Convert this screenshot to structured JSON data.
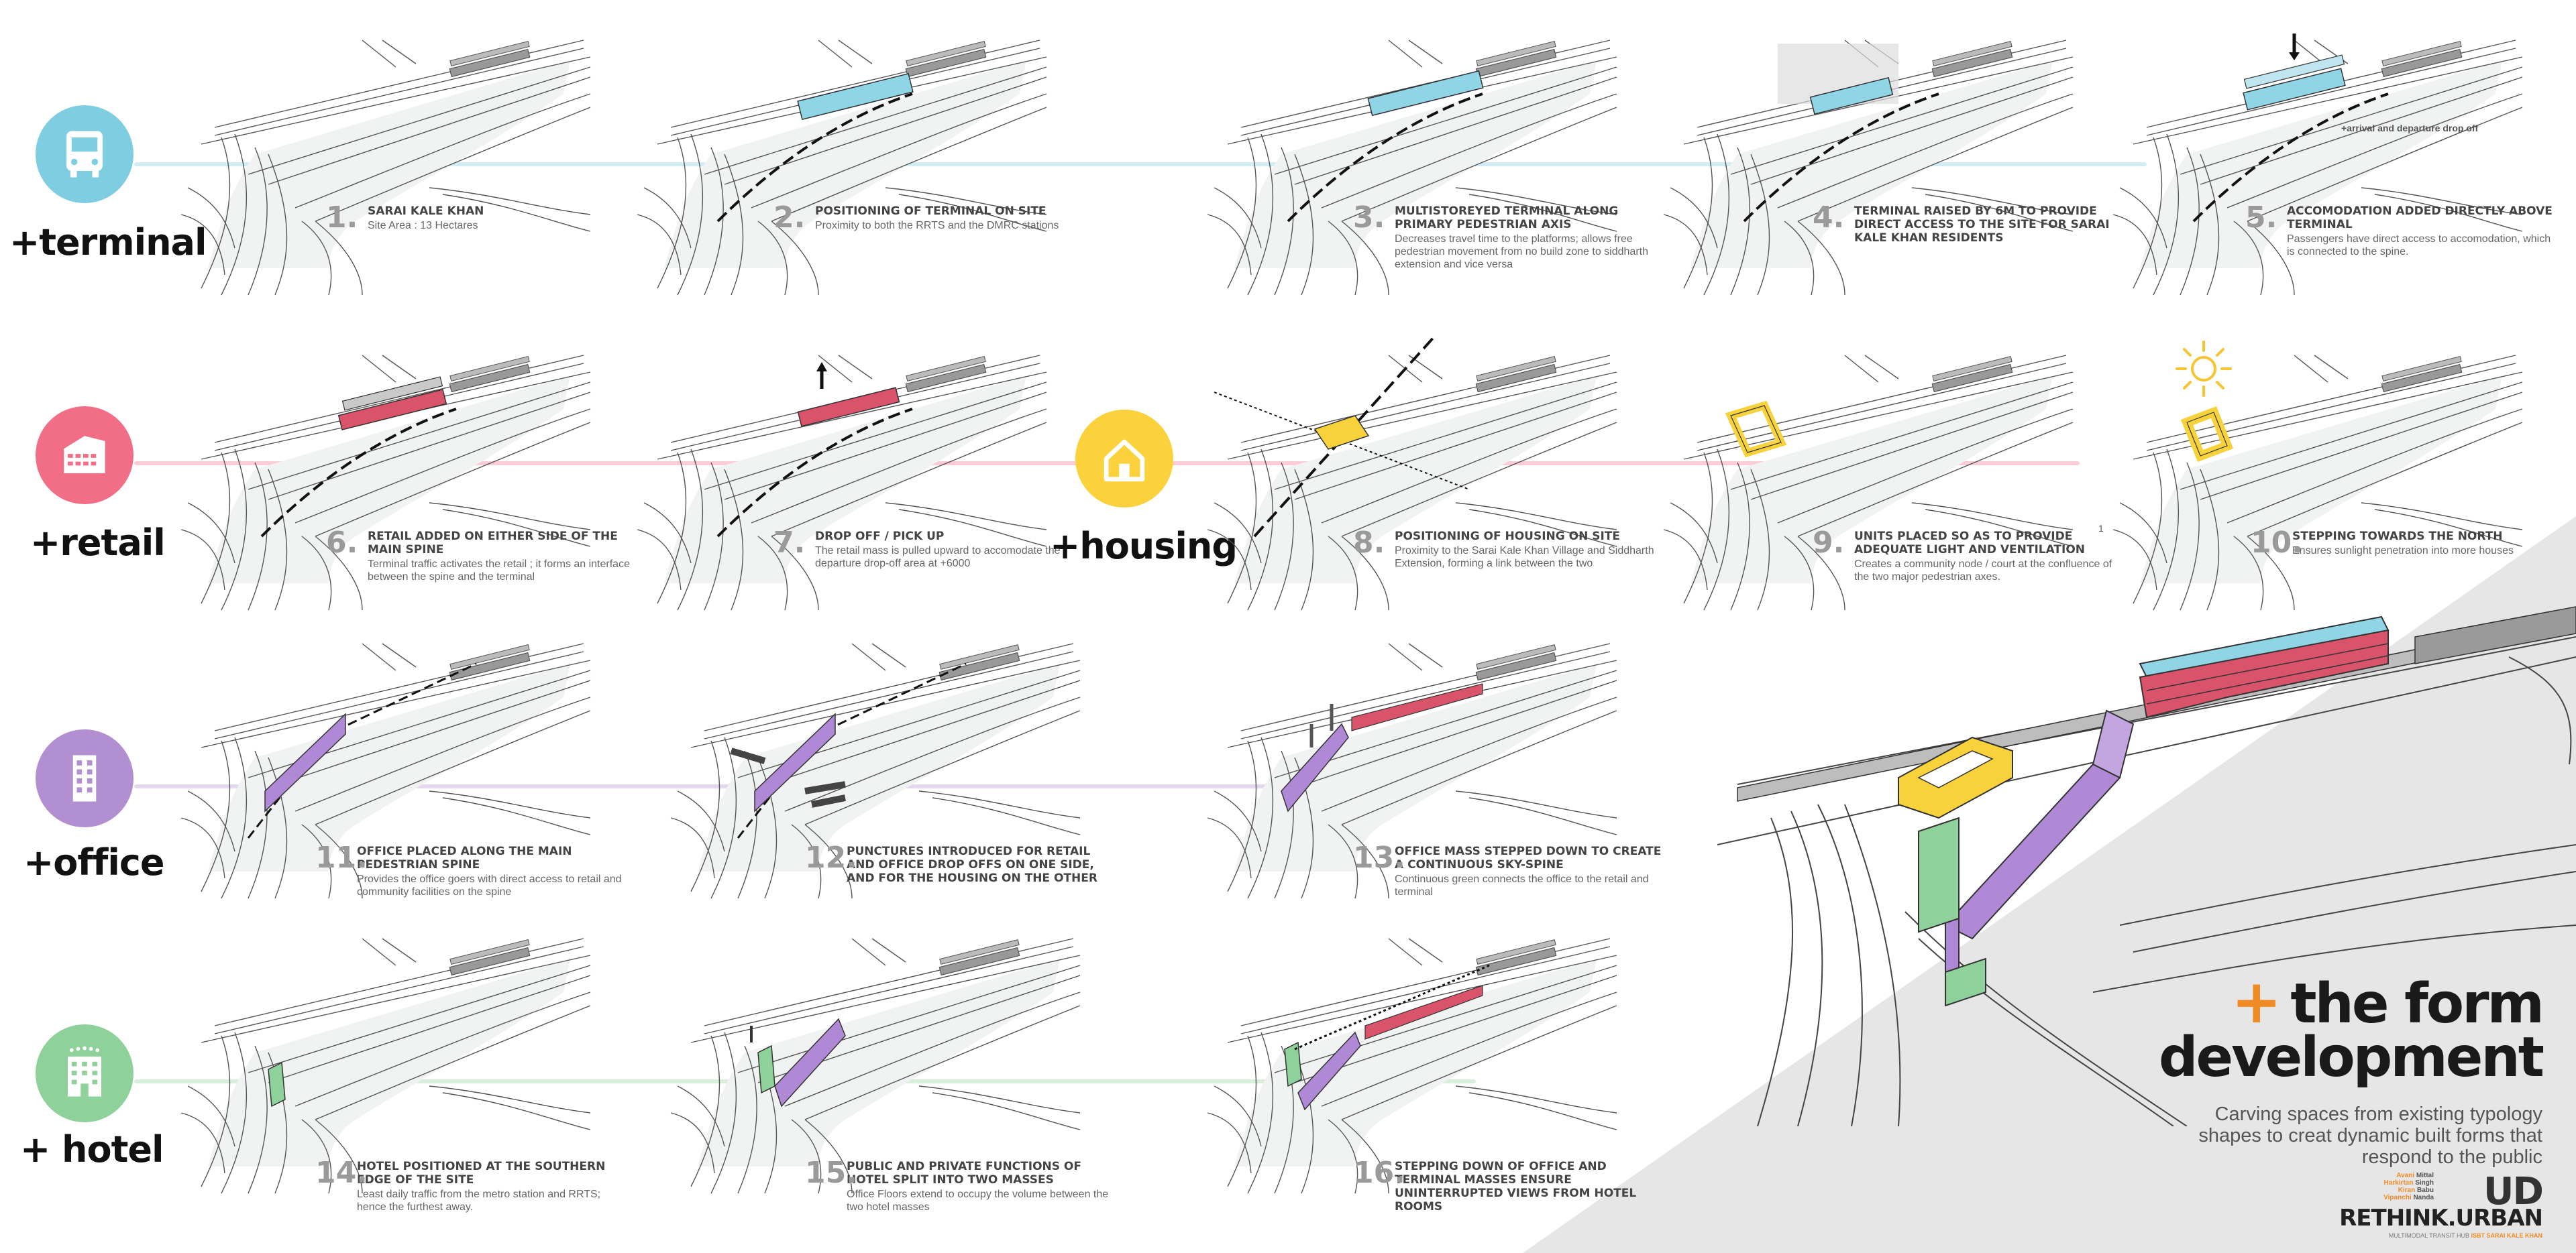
{
  "categories": [
    {
      "id": "terminal",
      "label": "+terminal",
      "color": "#7fcde0",
      "icon": "bus-icon"
    },
    {
      "id": "retail",
      "label": "+retail",
      "color": "#f26d86",
      "icon": "shop-icon"
    },
    {
      "id": "housing",
      "label": "+housing",
      "color": "#fbd23c",
      "icon": "house-icon"
    },
    {
      "id": "office",
      "label": "+office",
      "color": "#b18fd1",
      "icon": "building-icon"
    },
    {
      "id": "hotel",
      "label": "+ hotel",
      "color": "#8fd19a",
      "icon": "hotel-icon"
    }
  ],
  "steps": [
    {
      "num": "1.",
      "title": "SARAI KALE KHAN",
      "desc": "Site Area : 13 Hectares"
    },
    {
      "num": "2.",
      "title": "POSITIONING OF TERMINAL ON SITE",
      "desc": "Proximity to both the RRTS and the DMRC stations"
    },
    {
      "num": "3.",
      "title": "MULTISTOREYED TERMINAL ALONG PRIMARY PEDESTRIAN AXIS",
      "desc": "Decreases travel time to the platforms; allows free pedestrian movement from no build zone to siddharth extension and vice versa"
    },
    {
      "num": "4.",
      "title": "TERMINAL RAISED BY 6M TO PROVIDE DIRECT ACCESS TO THE SITE FOR SARAI KALE KHAN RESIDENTS",
      "desc": ""
    },
    {
      "num": "5.",
      "title": "ACCOMODATION ADDED DIRECTLY ABOVE TERMINAL",
      "desc": "Passengers have direct access to accomodation, which is connected to the spine."
    },
    {
      "num": "6.",
      "title": "RETAIL ADDED ON EITHER SIDE OF THE MAIN SPINE",
      "desc": "Terminal traffic activates the retail ; it forms an interface between the spine and the terminal"
    },
    {
      "num": "7.",
      "title": "DROP OFF / PICK UP",
      "desc": "The retail mass is pulled upward to accomodate the departure drop-off area at +6000"
    },
    {
      "num": "8.",
      "title": "POSITIONING OF HOUSING ON SITE",
      "desc": "Proximity to the Sarai Kale Khan Village and Siddharth Extension, forming a link between the two"
    },
    {
      "num": "9.",
      "title": "UNITS PLACED SO AS TO PROVIDE ADEQUATE LIGHT AND VENTILATION",
      "desc": "Creates a community node / court at the confluence of the two major pedestrian axes."
    },
    {
      "num": "10.",
      "title": "STEPPING TOWARDS THE NORTH",
      "desc": "Ensures sunlight penetration into more houses"
    },
    {
      "num": "11.",
      "title": "OFFICE PLACED ALONG THE MAIN PEDESTRIAN SPINE",
      "desc": "Provides the office goers with direct access to retail and community facilities on the spine"
    },
    {
      "num": "12.",
      "title": "PUNCTURES INTRODUCED FOR RETAIL AND OFFICE DROP OFFS ON ONE SIDE, AND FOR THE HOUSING ON THE OTHER",
      "desc": ""
    },
    {
      "num": "13.",
      "title": "OFFICE MASS STEPPED DOWN TO CREATE A CONTINUOUS SKY-SPINE",
      "desc": "Continuous green connects the office to the retail and terminal"
    },
    {
      "num": "14.",
      "title": "HOTEL POSITIONED AT THE SOUTHERN EDGE OF THE SITE",
      "desc": "Least daily traffic from the metro station and RRTS; hence the furthest away."
    },
    {
      "num": "15.",
      "title": "PUBLIC AND PRIVATE FUNCTIONS OF HOTEL SPLIT INTO TWO MASSES",
      "desc": "Office Floors extend to occupy the volume between the two hotel masses"
    },
    {
      "num": "16.",
      "title": "STEPPING DOWN OF OFFICE AND TERMINAL MASSES ENSURE UNINTERRUPTED VIEWS FROM HOTEL ROOMS",
      "desc": ""
    }
  ],
  "notes": {
    "dropoff": "+arrival and departure drop off",
    "stray": "1"
  },
  "title": {
    "plus": "+",
    "line1": "the form",
    "line2": "development",
    "subtitle": "Carving spaces from existing typology shapes to creat dynamic built forms that respond to the public"
  },
  "credits": [
    {
      "first": "Avani",
      "last": "Mittal"
    },
    {
      "first": "Harkirtan",
      "last": "Singh"
    },
    {
      "first": "Kiran",
      "last": "Babu"
    },
    {
      "first": "Vipanchi",
      "last": "Nanda"
    }
  ],
  "logo": "UD",
  "brand": "RETHINK.URBAN",
  "brand_sub": {
    "text": "MULTIMODAL TRANSIT HUB",
    "highlight": "ISBT SARAI KALE KHAN"
  },
  "colors": {
    "terminal": "#7fcde0",
    "retail": "#d9536b",
    "housing": "#f7d23a",
    "office": "#b089d6",
    "hotel": "#8fd19a",
    "accent": "#f08a24"
  }
}
